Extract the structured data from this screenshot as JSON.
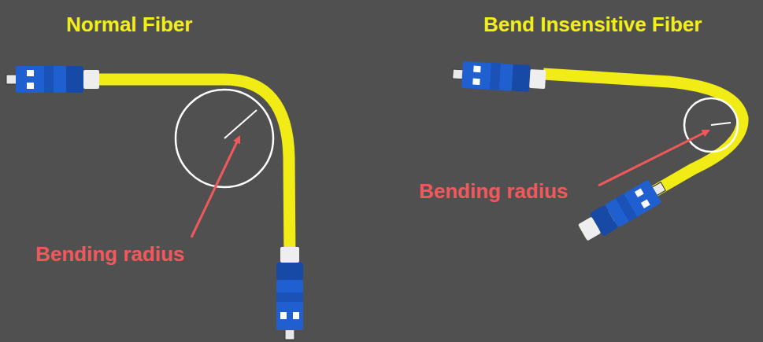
{
  "diagram": {
    "labels": [
      "Normal Fiber",
      "Bend Insensitive Fiber",
      "Bending radius",
      "Bending radius"
    ]
  }
}
